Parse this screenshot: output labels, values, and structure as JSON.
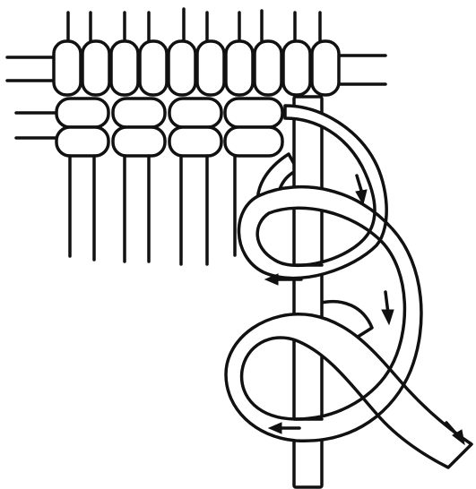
{
  "diagram": {
    "subject": "macrame-knot-illustration",
    "colors": {
      "ink": "#111111",
      "paper": "#ffffff"
    },
    "icons": [
      "arrow-down-icon",
      "arrow-left-icon"
    ],
    "structure": {
      "top_bead_row_count": 10,
      "lower_bead_rows": 2,
      "lower_bead_row_count": 4,
      "hanging_strands": 7,
      "loops": 2
    }
  }
}
